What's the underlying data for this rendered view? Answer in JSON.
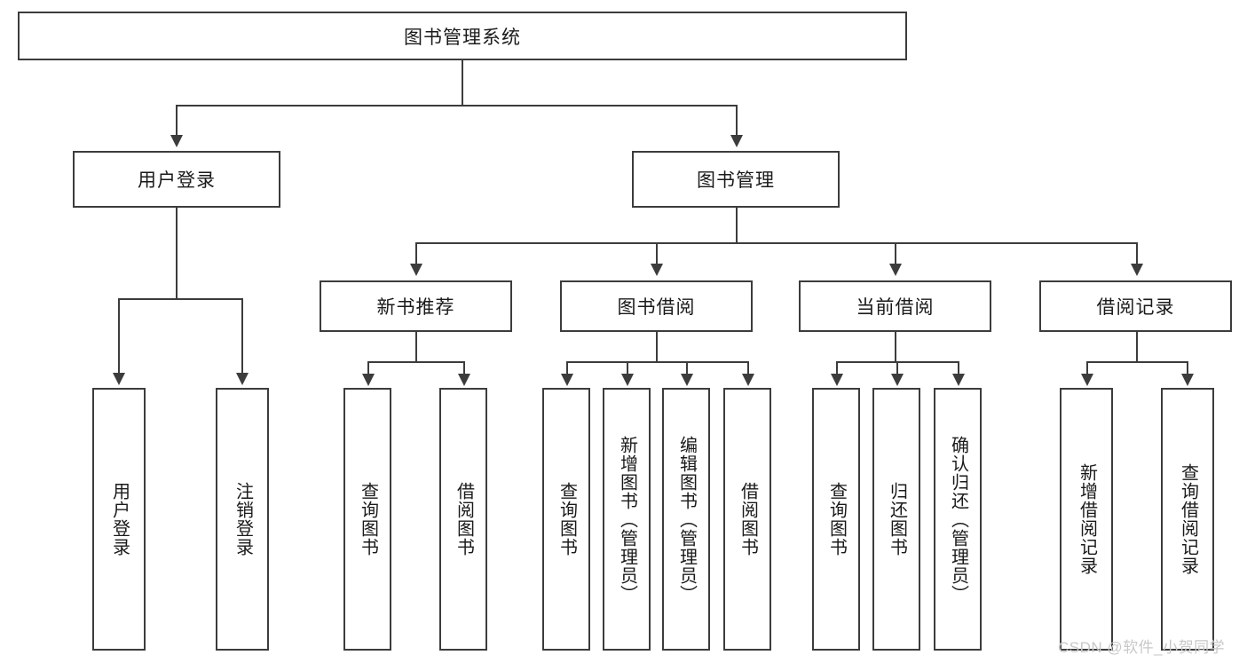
{
  "diagram": {
    "title": "图书管理系统",
    "type": "hierarchy-tree",
    "root": {
      "label": "图书管理系统"
    },
    "level2": [
      {
        "label": "用户登录"
      },
      {
        "label": "图书管理"
      }
    ],
    "level3": [
      {
        "label": "新书推荐",
        "parent": "图书管理"
      },
      {
        "label": "图书借阅",
        "parent": "图书管理"
      },
      {
        "label": "当前借阅",
        "parent": "图书管理"
      },
      {
        "label": "借阅记录",
        "parent": "图书管理"
      }
    ],
    "leaves": {
      "user_login": [
        {
          "label": "用户登录"
        },
        {
          "label": "注销登录"
        }
      ],
      "new_book_recommend": [
        {
          "label": "查询图书"
        },
        {
          "label": "借阅图书"
        }
      ],
      "book_borrow": [
        {
          "label": "查询图书"
        },
        {
          "label": "新增图书（管理员）"
        },
        {
          "label": "编辑图书（管理员）"
        },
        {
          "label": "借阅图书"
        }
      ],
      "current_borrow": [
        {
          "label": "查询图书"
        },
        {
          "label": "归还图书"
        },
        {
          "label": "确认归还（管理员）"
        }
      ],
      "borrow_record": [
        {
          "label": "新增借阅记录"
        },
        {
          "label": "查询借阅记录"
        }
      ]
    }
  },
  "watermark": {
    "text": "CSDN @软件_小贺同学"
  },
  "colors": {
    "stroke": "#3c3c3c",
    "background": "#ffffff",
    "text": "#1a1a1a",
    "watermark": "#c8c8c8"
  }
}
